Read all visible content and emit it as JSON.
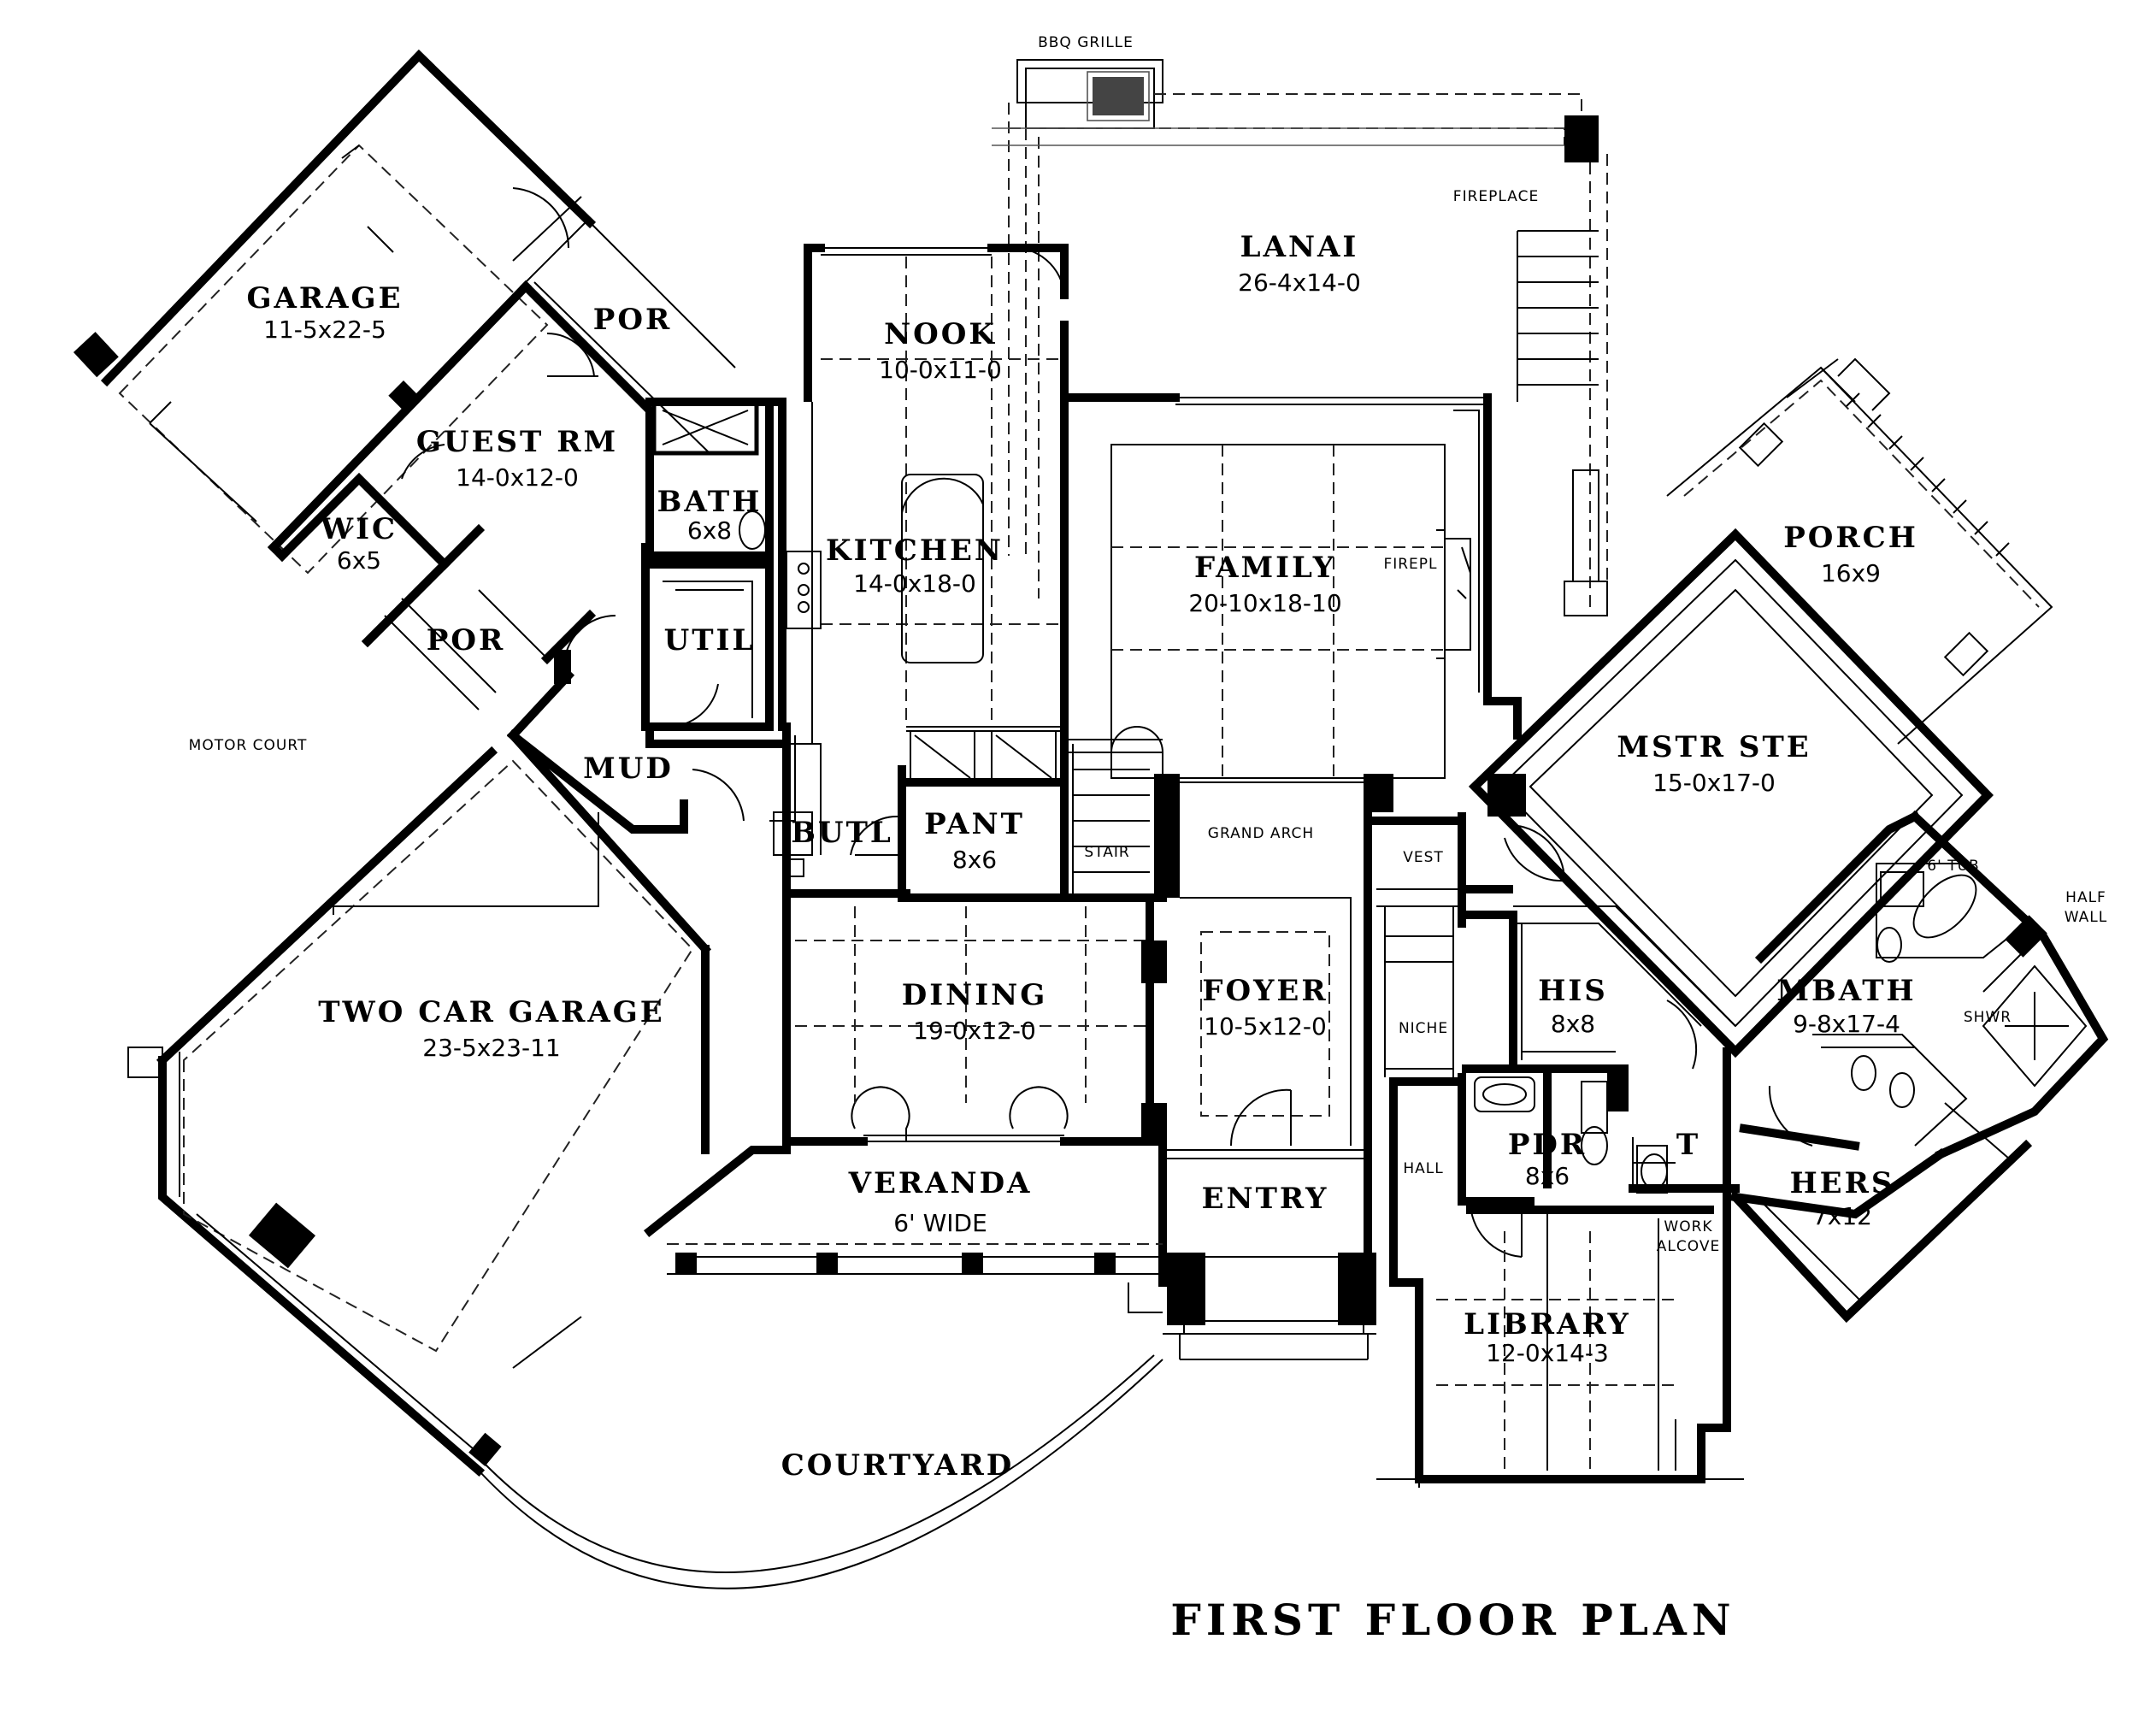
{
  "plan": {
    "title": "FIRST FLOOR PLAN"
  },
  "rooms": [
    {
      "id": "garage",
      "name": "GARAGE",
      "dims": "11-5x22-5"
    },
    {
      "id": "por-top",
      "name": "POR",
      "dims": ""
    },
    {
      "id": "guest-rm",
      "name": "GUEST RM",
      "dims": "14-0x12-0"
    },
    {
      "id": "wic",
      "name": "WIC",
      "dims": "6x5"
    },
    {
      "id": "bath",
      "name": "BATH",
      "dims": "6x8"
    },
    {
      "id": "por-mid",
      "name": "POR",
      "dims": ""
    },
    {
      "id": "util",
      "name": "UTIL",
      "dims": ""
    },
    {
      "id": "mud",
      "name": "MUD",
      "dims": ""
    },
    {
      "id": "nook",
      "name": "NOOK",
      "dims": "10-0x11-0"
    },
    {
      "id": "kitchen",
      "name": "KITCHEN",
      "dims": "14-0x18-0"
    },
    {
      "id": "lanai",
      "name": "LANAI",
      "dims": "26-4x14-0"
    },
    {
      "id": "family",
      "name": "FAMILY",
      "dims": "20-10x18-10"
    },
    {
      "id": "porch",
      "name": "PORCH",
      "dims": "16x9"
    },
    {
      "id": "mstr-ste",
      "name": "MSTR STE",
      "dims": "15-0x17-0"
    },
    {
      "id": "two-car-garage",
      "name": "TWO CAR GARAGE",
      "dims": "23-5x23-11"
    },
    {
      "id": "butl",
      "name": "BUTL",
      "dims": ""
    },
    {
      "id": "pant",
      "name": "PANT",
      "dims": "8x6"
    },
    {
      "id": "dining",
      "name": "DINING",
      "dims": "19-0x12-0"
    },
    {
      "id": "foyer",
      "name": "FOYER",
      "dims": "10-5x12-0"
    },
    {
      "id": "his",
      "name": "HIS",
      "dims": "8x8"
    },
    {
      "id": "mbath",
      "name": "MBATH",
      "dims": "9-8x17-4"
    },
    {
      "id": "pdr",
      "name": "PDR",
      "dims": "8x6"
    },
    {
      "id": "t",
      "name": "T",
      "dims": ""
    },
    {
      "id": "hers",
      "name": "HERS",
      "dims": "7x12"
    },
    {
      "id": "veranda",
      "name": "VERANDA",
      "dims": "6' WIDE"
    },
    {
      "id": "entry",
      "name": "ENTRY",
      "dims": ""
    },
    {
      "id": "library",
      "name": "LIBRARY",
      "dims": "12-0x14-3"
    },
    {
      "id": "courtyard",
      "name": "COURTYARD",
      "dims": ""
    }
  ],
  "notes": {
    "bbq": "BBQ GRILLE",
    "fireplace": "FIREPLACE",
    "firepl": "FIREPL",
    "motor_court": "MOTOR COURT",
    "stair": "STAIR",
    "grand_arch": "GRAND ARCH",
    "vest": "VEST",
    "niche": "NICHE",
    "hall": "HALL",
    "work": "WORK",
    "alcove": "ALCOVE",
    "tub": "6' TUB",
    "half": "HALF",
    "wall": "WALL",
    "shwr": "SHWR"
  }
}
